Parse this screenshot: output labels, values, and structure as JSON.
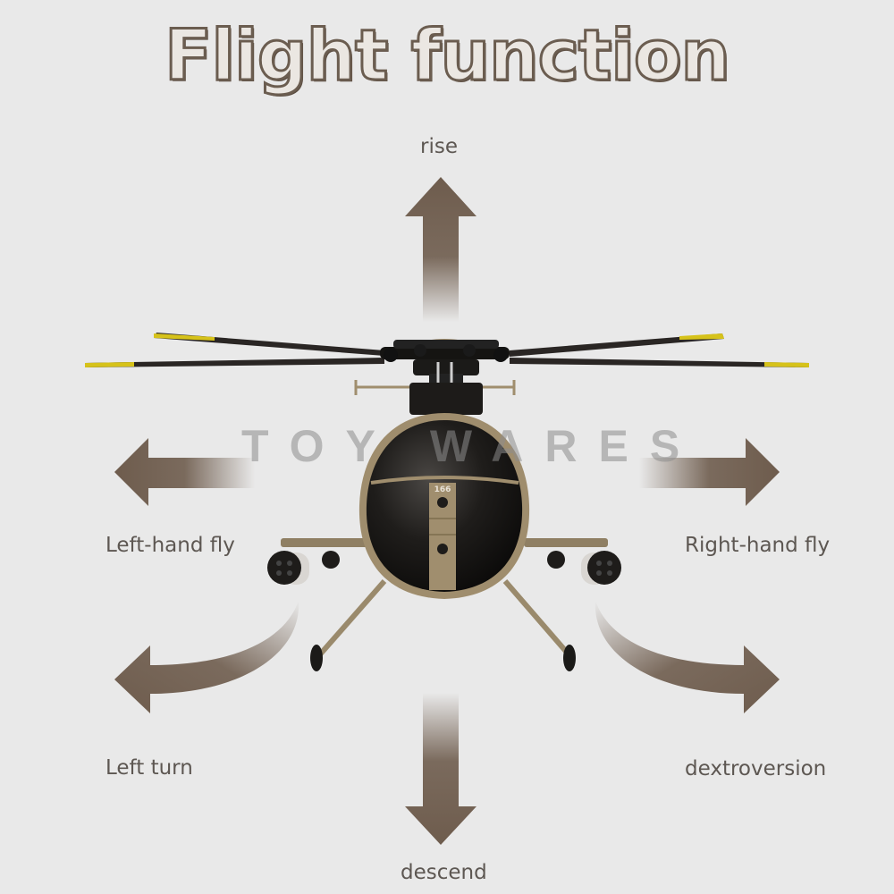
{
  "title": "Flight function",
  "directions": {
    "rise": "rise",
    "descend": "descend",
    "left_fly": "Left-hand fly",
    "right_fly": "Right-hand fly",
    "left_turn": "Left turn",
    "right_turn": "dextroversion"
  },
  "helicopter": {
    "nose_number": "166"
  },
  "watermark": "TOY WARES",
  "colors": {
    "arrow": "#6e5c4d",
    "title_outline": "#6b5d50",
    "body": "#1e1c1a",
    "trim": "#a08e6e",
    "rotor_tip": "#d6c21a"
  }
}
